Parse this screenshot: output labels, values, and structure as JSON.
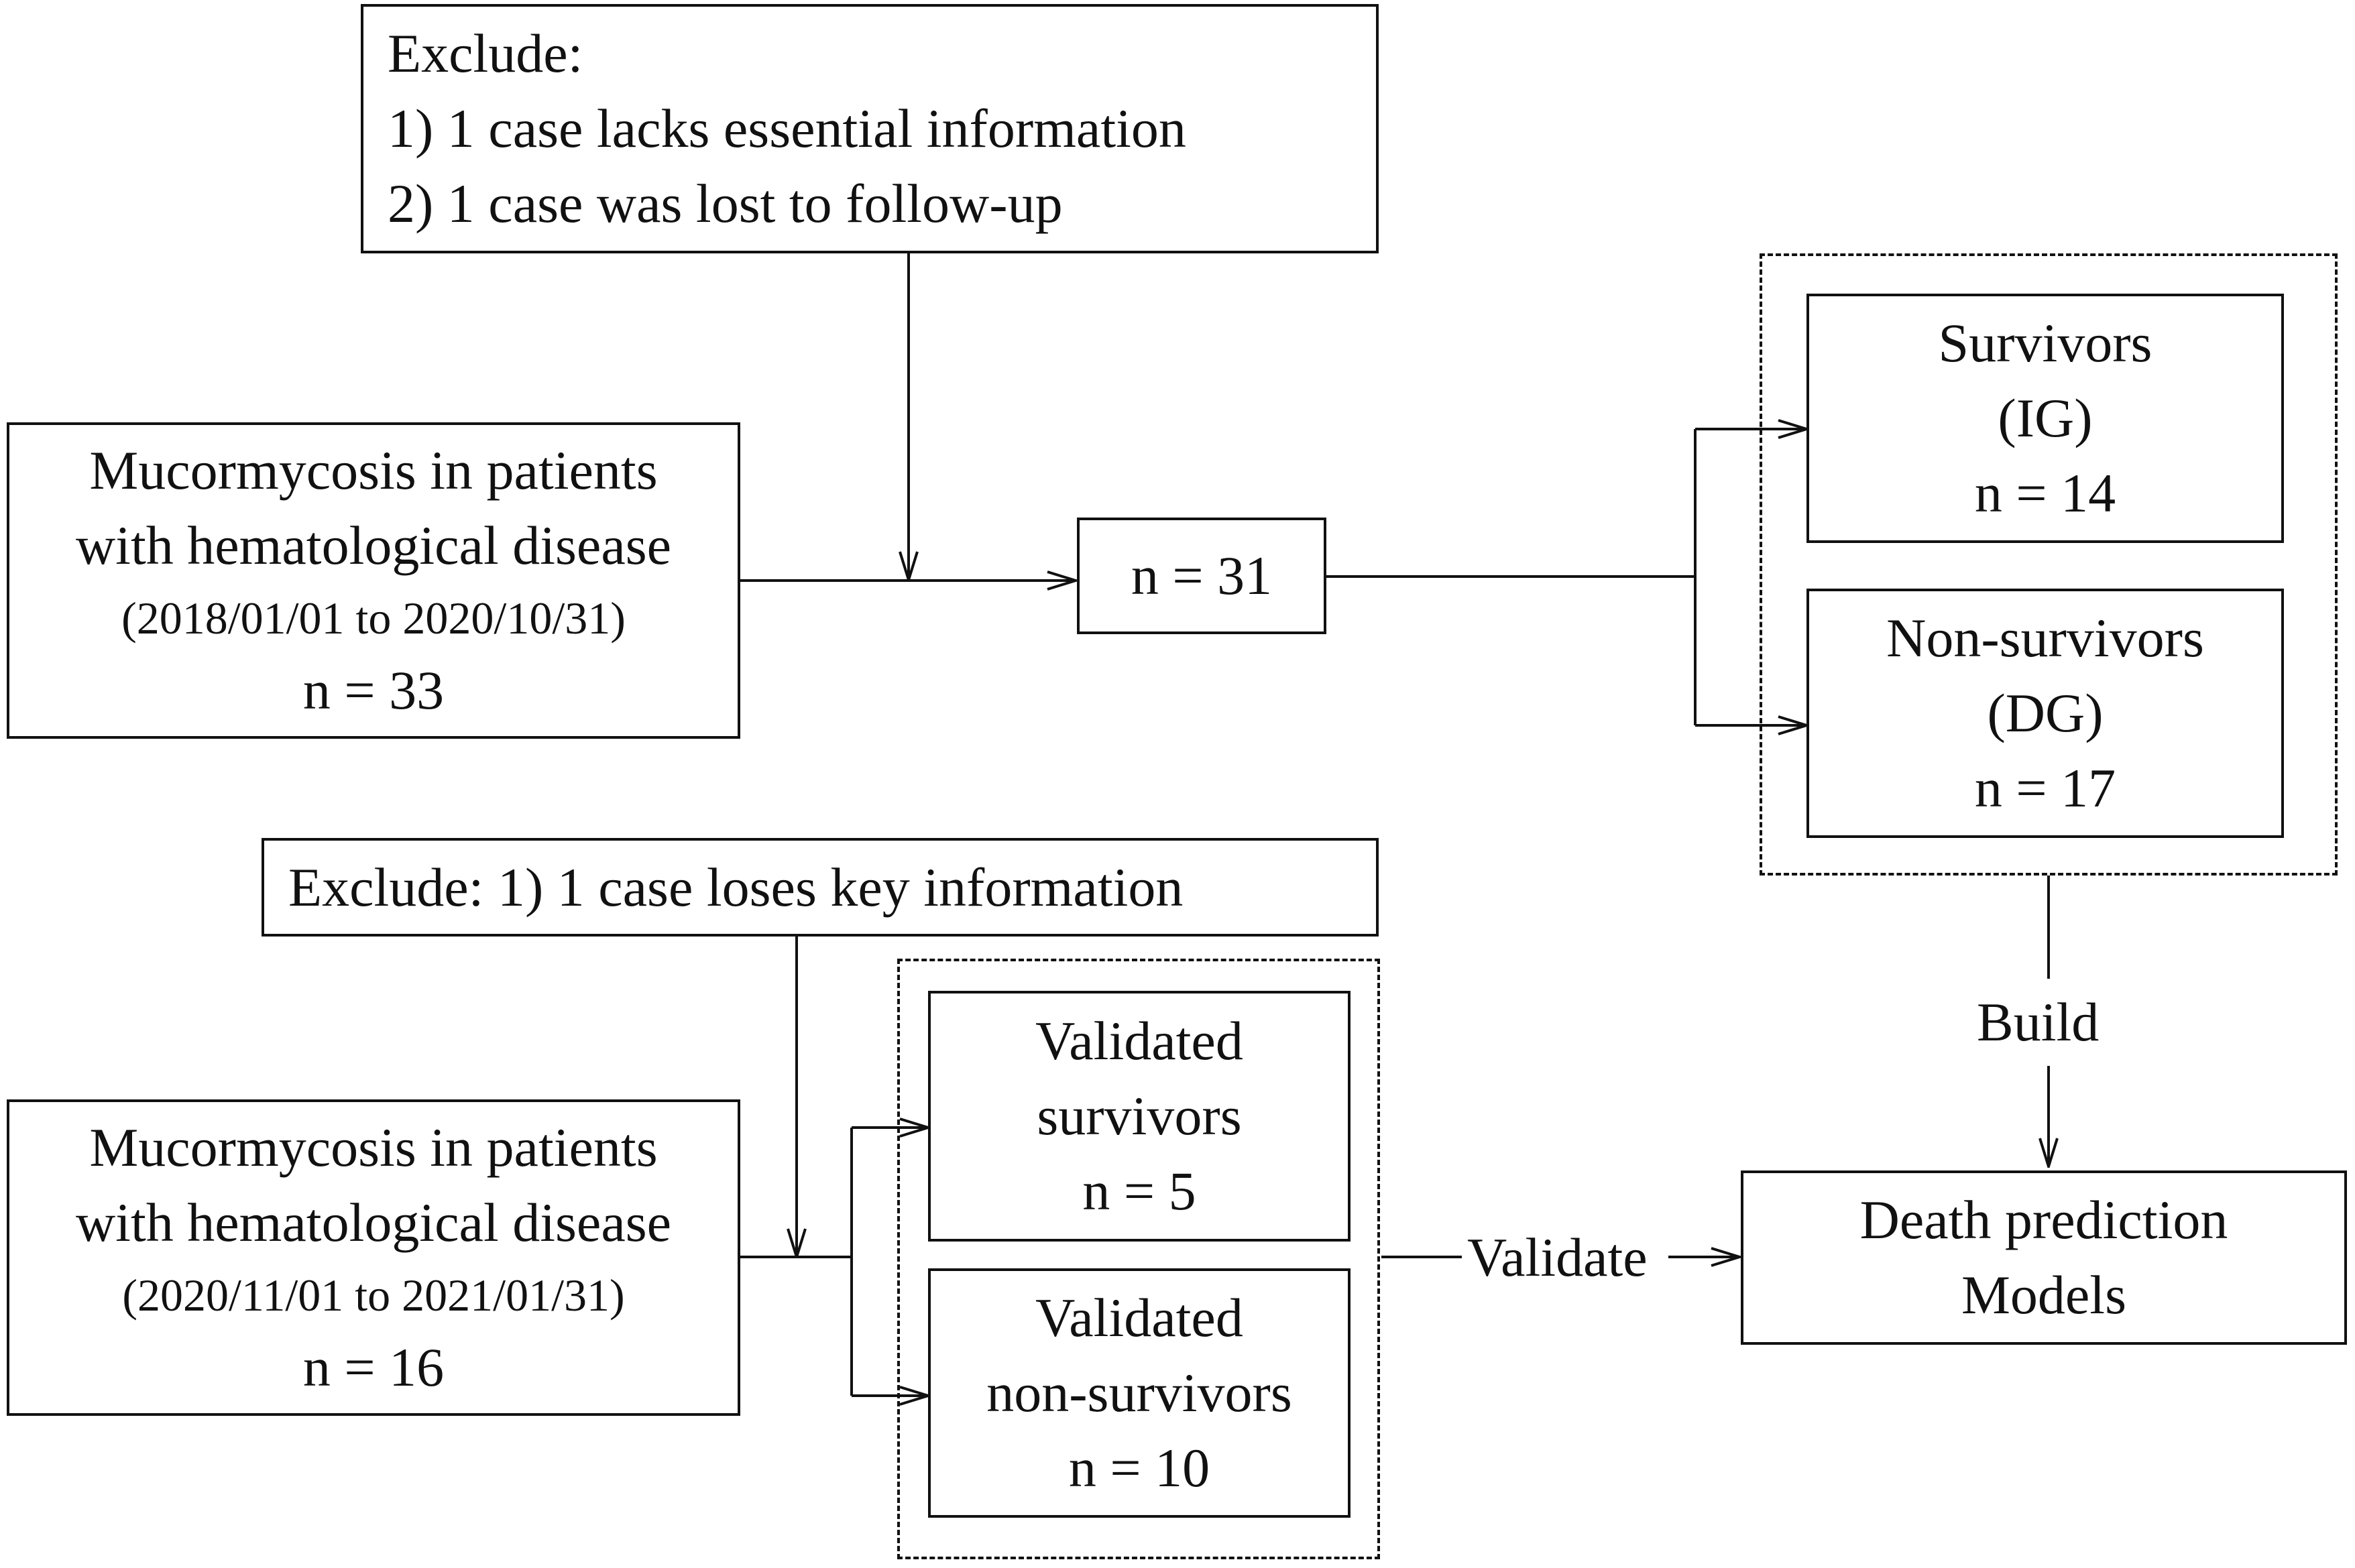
{
  "top_exclude": {
    "heading": "Exclude:",
    "item1": "1) 1 case lacks essential information",
    "item2": "2) 1 case was lost to follow-up"
  },
  "cohort1": {
    "line1": "Mucormycosis in patients",
    "line2": "with hematological disease",
    "dates": "(2018/01/01 to 2020/10/31)",
    "n": "n = 33"
  },
  "included": {
    "n": "n = 31"
  },
  "survivors": {
    "title": "Survivors",
    "group": "(IG)",
    "n": "n = 14"
  },
  "non_survivors": {
    "title": "Non-survivors",
    "group": "(DG)",
    "n": "n = 17"
  },
  "bottom_exclude": {
    "text": "Exclude: 1) 1 case loses key information"
  },
  "cohort2": {
    "line1": "Mucormycosis in patients",
    "line2": "with hematological disease",
    "dates": "(2020/11/01 to 2021/01/31)",
    "n": "n = 16"
  },
  "validated_survivors": {
    "line1": "Validated",
    "line2": "survivors",
    "n": "n = 5"
  },
  "validated_non_survivors": {
    "line1": "Validated",
    "line2": "non-survivors",
    "n": "n = 10"
  },
  "edges": {
    "build": "Build",
    "validate": "Validate"
  },
  "models": {
    "line1": "Death prediction",
    "line2": "Models"
  }
}
